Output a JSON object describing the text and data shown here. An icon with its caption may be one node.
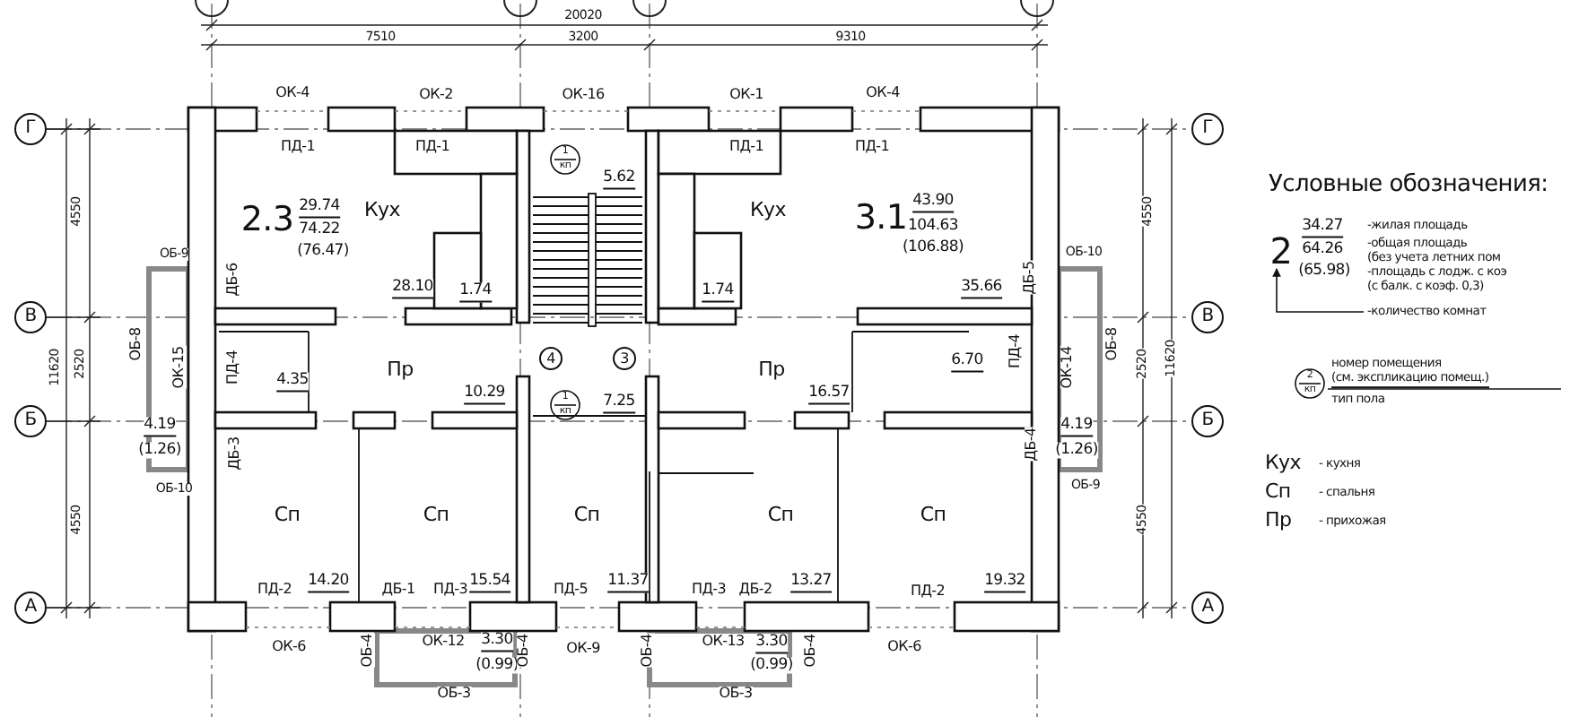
{
  "diagram": {
    "nodes": [
      {
        "text": [
          "2"
        ]
      },
      {
        "text": [
          "-количество комнат"
        ]
      }
    ],
    "edges": [
      {
        "from": 1,
        "to": 0,
        "arrow": "to"
      }
    ],
    "labels": [
      "20020",
      "7510",
      "3200",
      "9310",
      "ОК-4",
      "ОК-2",
      "ОК-16",
      "ОК-1",
      "ОК-4",
      "Г",
      "Г",
      "ПД-1",
      "ПД-1",
      "ПД-1",
      "ПД-1",
      "1",
      "кп",
      "4550",
      "2.3",
      "29.74",
      "74.22",
      "(76.47)",
      "Кух",
      "5.62",
      "Кух",
      "3.1",
      "43.90",
      "104.63",
      "(106.88)",
      "4550",
      "Условные обозначения:",
      "34.27",
      "64.26",
      "(65.98)",
      "-жилая площадь",
      "-общая площадь",
      "(без учета летних пом",
      "-площадь с лодж. с коэ",
      "(с балк. с коэф. 0,3)",
      "ОБ-9",
      "ДБ-6",
      "28.10",
      "1.74",
      "1.74",
      "35.66",
      "ДБ-5",
      "ОБ-10",
      "В",
      "В",
      "ОБ-8",
      "11620",
      "2520",
      "ОК-15",
      "ПД-4",
      "4.35",
      "Пр",
      "10.29",
      "4",
      "3",
      "1",
      "кп",
      "7.25",
      "Пр",
      "16.57",
      "6.70",
      "ПД-4",
      "ОК-14",
      "ОБ-8",
      "2520",
      "11620",
      "Б",
      "4.19",
      "4.19",
      "Б",
      "(1.26)",
      "ДБ-3",
      "ДБ-4",
      "(1.26)",
      "ОБ-10",
      "ОБ-9",
      "2",
      "кп",
      "номер помещения",
      "(см. экспликацию помещ.)",
      "тип пола",
      "Кух",
      "- кухня",
      "Сп",
      "- спальня",
      "Пр",
      "- прихожая",
      "Сп",
      "Сп",
      "Сп",
      "Сп",
      "Сп",
      "4550",
      "4550",
      "ПД-2",
      "14.20",
      "ДБ-1",
      "ПД-3",
      "15.54",
      "ПД-5",
      "11.37",
      "ПД-3",
      "ДБ-2",
      "13.27",
      "ПД-2",
      "19.32",
      "А",
      "А",
      "ОК-6",
      "ОБ-4",
      "ОК-12",
      "3.30",
      "(0.99)",
      "ОБ-4",
      "ОК-9",
      "ОБ-4",
      "ОК-13",
      "3.30",
      "(0.99)",
      "ОБ-4",
      "ОК-6",
      "ОБ-3",
      "ОБ-3"
    ]
  }
}
